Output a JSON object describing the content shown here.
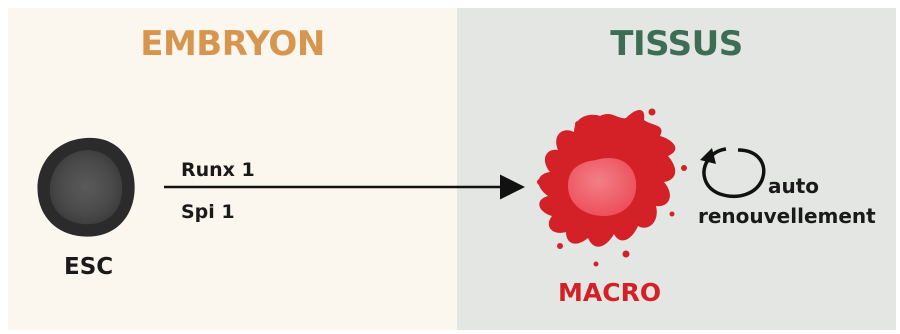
{
  "panels": {
    "left_title": "EMBRYON",
    "right_title": "TISSUS"
  },
  "cells": {
    "esc_label": "ESC",
    "macro_label": "MACRO"
  },
  "transition": {
    "factor_1": "Runx 1",
    "factor_2": "Spi 1"
  },
  "self_renewal": {
    "line_1": "auto",
    "line_2": "renouvellement"
  },
  "colors": {
    "embryon_bg": "#fbf6ee",
    "tissus_bg": "#e3e6e3",
    "embryon_title": "#d7964f",
    "tissus_title": "#3d6e55",
    "macro_red": "#d42027",
    "esc_dark": "#2b2b2b"
  }
}
